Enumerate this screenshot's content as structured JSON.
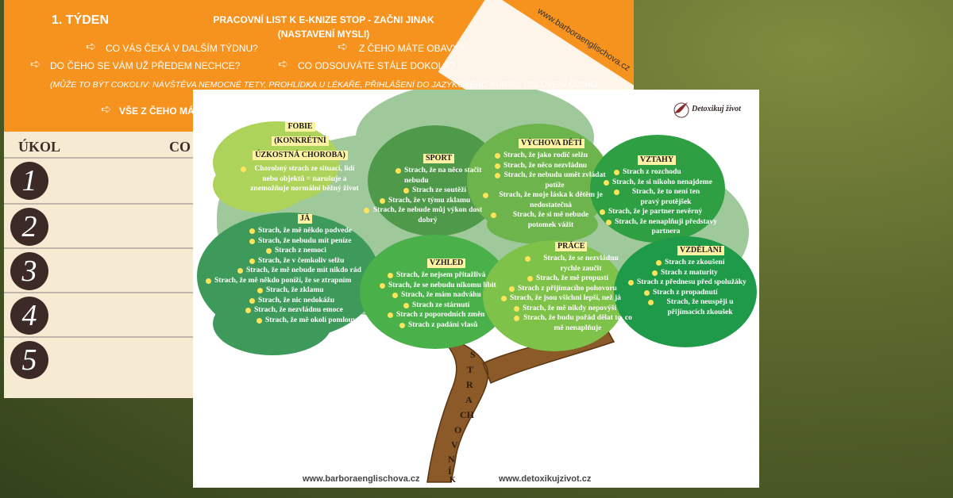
{
  "worksheet": {
    "week": "1. TÝDEN",
    "title": "PRACOVNÍ LIST K E-KNIZE STOP - ZAČNI JINAK",
    "subtitle": "(NASTAVENÍ MYSLI)",
    "url": "www.barboraenglischova.cz",
    "questions": [
      "CO VÁS ČEKÁ V DALŠÍM TÝDNU?",
      "Z ČEHO MÁTE OBAVY?",
      "DO ČEHO SE VÁM UŽ PŘEDEM NECHCE?",
      "CO ODSOUVÁTE STÁLE DOKOLA?"
    ],
    "note": "(MŮŽE TO BÝT COKOLIV: NÁVŠTĚVA NEMOCNÉ TETY, PROHLÍDKA U LÉKAŘE, PŘIHLÁŠENÍ DO JAZYKOVÉHO KURSU, OSLOVENÍ CIZÍHO",
    "all_prefix": "VŠE Z ČEHO MÁ",
    "col_task": "ÚKOL",
    "col_what": "CO T",
    "rows": [
      "1",
      "2",
      "3",
      "4",
      "5"
    ]
  },
  "tree": {
    "brand": "Detoxikuj život",
    "footer_left": "www.barboraenglischova.cz",
    "footer_right": "www.detoxikujzivot.cz",
    "trunk_letters": [
      "S",
      "T",
      "R",
      "A",
      "CH",
      "O",
      "V",
      "N",
      "Í",
      "K"
    ],
    "groups": {
      "fobie": {
        "title_lines": [
          "FOBIE",
          "(KONKRÉTNÍ",
          "ÚZKOSTNÁ CHOROBA)"
        ],
        "items": [
          "Chorobný strach ze situací, lidí nebo objektů = narušuje a znemožňuje normální běžný život"
        ]
      },
      "sport": {
        "title": "SPORT",
        "items": [
          "Strach, že na něco stačit nebudu",
          "Strach ze soutěží",
          "Strach, že v týmu zklamu",
          "Strach, že nebude můj výkon dost dobrý"
        ]
      },
      "vychova": {
        "title": "VÝCHOVA DĚTÍ",
        "items": [
          "Strach, že jako rodič selžu",
          "Strach, že něco nezvládnu",
          "Strach, že nebudu umět zvládat potíže",
          "Strach, že moje láska k dětěm je nedostatečná",
          "Strach, že si mě nebude potomek vážit"
        ]
      },
      "vztahy": {
        "title": "VZTAHY",
        "items": [
          "Strach z rozchodu",
          "Strach, že si nikoho nenajdeme",
          "Strach, že to není ten pravý protějšek",
          "Strach, že je partner nevěrný",
          "Strach, že nenaplňuji představy partnera"
        ]
      },
      "ja": {
        "title": "JÁ",
        "items": [
          "Strach, že mě někdo podvede",
          "Strach, že nebudu mít peníze",
          "Strach z nemoci",
          "Strach, že v čemkoliv selžu",
          "Strach, že mě nebude mít nikdo rád",
          "Strach, že mě někdo poníží, že se ztrapním",
          "Strach, že zklamu",
          "Strach, že nic nedokážu",
          "Strach, že nezvládnu emoce",
          "Strach, že mě okolí pomlouvá"
        ]
      },
      "vzhled": {
        "title": "VZHLED",
        "items": [
          "Strach, že nejsem přitažlivá",
          "Strach, že se nebudu nikomu líbit",
          "Strach, že mám nadváhu",
          "Strach ze stárnutí",
          "Strach z poporodních změn",
          "Strach z padání vlasů"
        ]
      },
      "prace": {
        "title": "PRÁCE",
        "items": [
          "Strach, že se nezvládnu rychle zaučit",
          "Strach, že mě propustí",
          "Strach z přijímacího pohovoru",
          "Strach, že jsou všichni lepší, než já",
          "Strach, že mě nikdy nepovýší",
          "Strach, že budu pořád dělat to, co mě nenaplňuje"
        ]
      },
      "vzdelani": {
        "title": "VZDĚLÁNÍ",
        "items": [
          "Strach ze zkoušení",
          "Strach z maturity",
          "Strach z přednesu před spolužáky",
          "Strach z propadnutí",
          "Strach, že neuspěji u přijímacích zkoušek"
        ]
      }
    }
  },
  "colors": {
    "worksheet_orange": "#f6921e",
    "background_olive": "#5d6a2e",
    "trunk_brown": "#8b5a28",
    "highlight_yellow": "#fff3a3",
    "bullet_yellow": "#ffe35a"
  }
}
